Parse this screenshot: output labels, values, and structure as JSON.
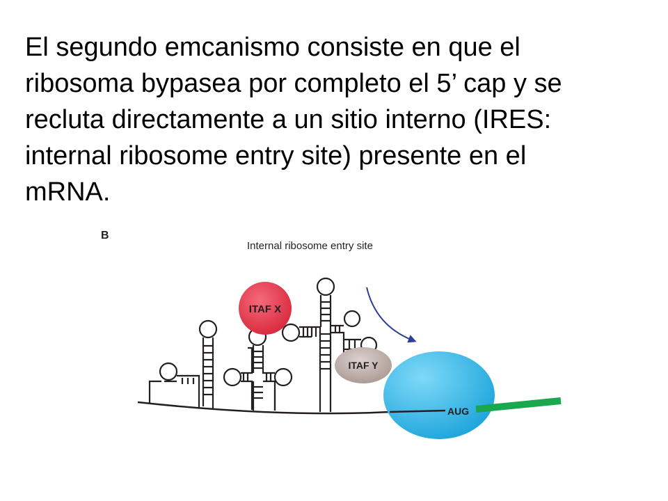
{
  "slide": {
    "text_lines": [
      "El segundo emcanismo consiste en que el",
      "ribosoma bypasea por completo el 5’ cap y se",
      "recluta directamente a un sitio interno (IRES:",
      "internal ribosome entry site) presente en el",
      "mRNA."
    ]
  },
  "figure": {
    "panel_label": "B",
    "title": "Internal ribosome entry site",
    "itaf_x_label": "ITAF X",
    "itaf_y_label": "ITAF Y",
    "start_codon_label": "AUG",
    "colors": {
      "itaf_x": "#e8334a",
      "itaf_y": "#c4b4ae",
      "ribosome": "#3bbcec",
      "orf": "#1aa84f",
      "arrow": "#2e3f96",
      "rna": "#231f20"
    }
  }
}
